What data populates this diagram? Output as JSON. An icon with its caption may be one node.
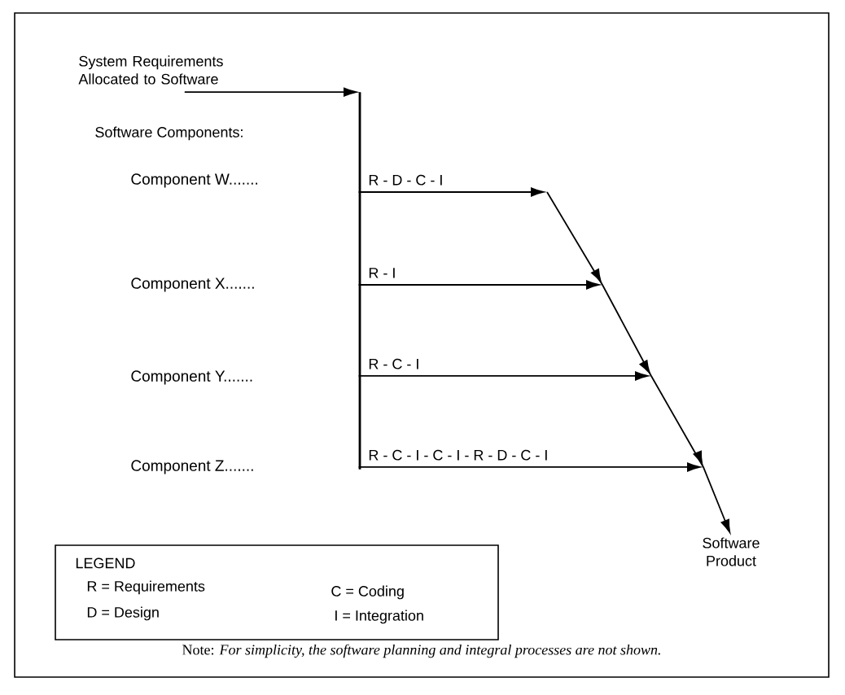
{
  "diagram": {
    "nodes": [
      {
        "text": [
          "System Requirements Allocated to Software"
        ]
      },
      {
        "text": [],
        "shape": "bar"
      },
      {
        "text": [
          "Software Product"
        ]
      },
      {
        "text": [
          "LEGEND",
          "R = Requirements",
          "D = Design",
          "C = Coding",
          "I = Integration"
        ]
      }
    ],
    "edges": [
      {
        "from": 0,
        "to": 1,
        "arrow": "to"
      },
      {
        "from": 1,
        "to": null,
        "arrow": "to",
        "label": "R - D - C - I"
      },
      {
        "from": 1,
        "to": null,
        "arrow": "to",
        "label": "R - I"
      },
      {
        "from": 1,
        "to": null,
        "arrow": "to",
        "label": "R - C - I"
      },
      {
        "from": 1,
        "to": null,
        "arrow": "to",
        "label": "R - C - I - C - I - R - D - C - I"
      },
      {
        "from": null,
        "to": 2,
        "arrow": "to"
      }
    ],
    "labels": [
      "Software Components:",
      "Component  W.......",
      "Component  X.......",
      "Component  Y.......",
      "Component  Z.......",
      "Note: *For simplicity, the software planning and integral processes are not shown.*"
    ]
  }
}
